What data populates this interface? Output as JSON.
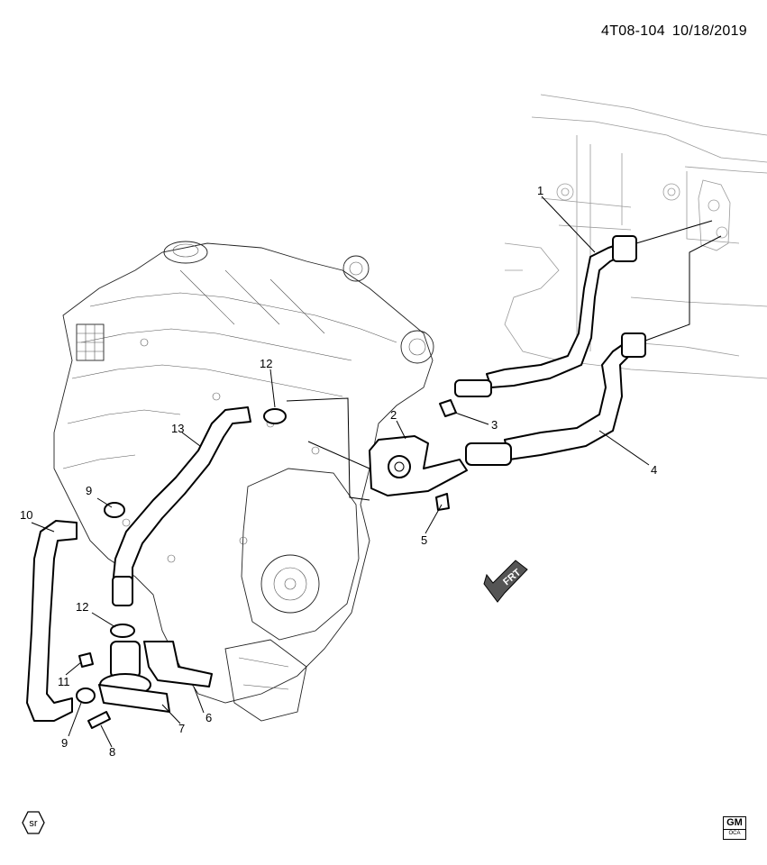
{
  "header": {
    "diagram_code": "4T08-104",
    "date": "10/18/2019"
  },
  "callouts": [
    {
      "id": "c1",
      "text": "1"
    },
    {
      "id": "c2",
      "text": "2"
    },
    {
      "id": "c3",
      "text": "3"
    },
    {
      "id": "c4",
      "text": "4"
    },
    {
      "id": "c5",
      "text": "5"
    },
    {
      "id": "c6",
      "text": "6"
    },
    {
      "id": "c7",
      "text": "7"
    },
    {
      "id": "c8",
      "text": "8"
    },
    {
      "id": "c9a",
      "text": "9"
    },
    {
      "id": "c9b",
      "text": "9"
    },
    {
      "id": "c10",
      "text": "10"
    },
    {
      "id": "c11",
      "text": "11"
    },
    {
      "id": "c12a",
      "text": "12"
    },
    {
      "id": "c12b",
      "text": "12"
    },
    {
      "id": "c13",
      "text": "13"
    }
  ],
  "direction_arrow": {
    "label": "FRT"
  },
  "badges": {
    "sr": "sr",
    "gm": "GM",
    "gm_sub": "OCA"
  }
}
